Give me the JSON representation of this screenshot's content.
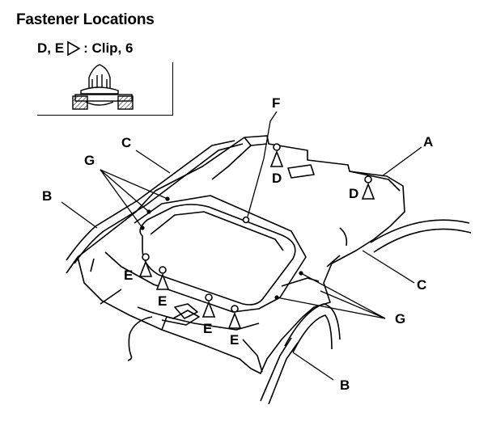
{
  "title": "Fastener Locations",
  "legend": {
    "prefix": "D, E",
    "suffix": ": Clip, 6"
  },
  "labels": {
    "A": "A",
    "B": "B",
    "C": "C",
    "D": "D",
    "E": "E",
    "F": "F",
    "G": "G"
  },
  "icons": {
    "clip": "clip-triangle-icon"
  }
}
